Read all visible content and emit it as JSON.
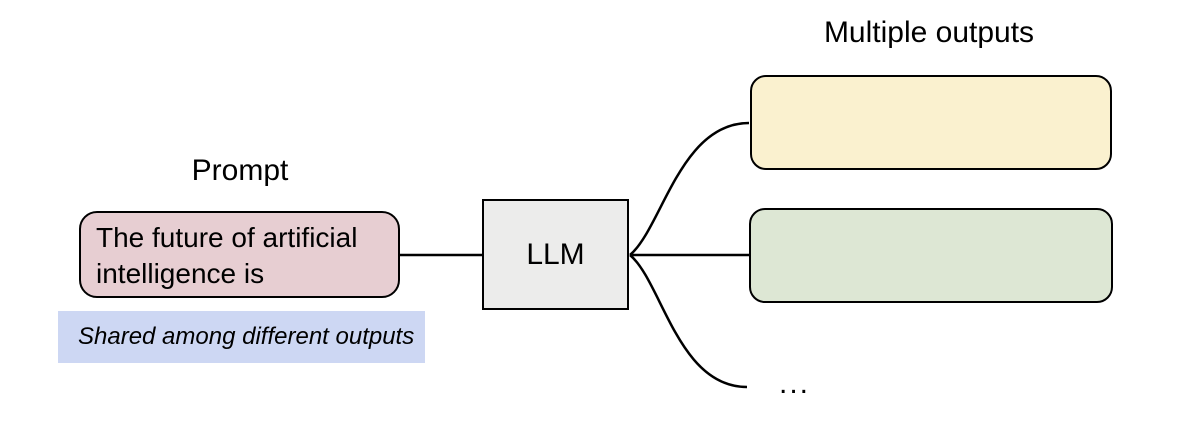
{
  "diagram": {
    "stroke_color": "#000000",
    "prompt": {
      "label": "Prompt",
      "box_text": "The future of artificial intelligence is",
      "box_fill": "#e7ced2"
    },
    "shared_note": {
      "text": "Shared among different outputs",
      "fill": "#cdd7f3"
    },
    "llm": {
      "label": "LLM",
      "fill": "#ececeb"
    },
    "outputs": {
      "label": "Multiple outputs",
      "boxes": [
        {
          "name": "output-box-1",
          "fill": "#faf1cf"
        },
        {
          "name": "output-box-2",
          "fill": "#dde7d4"
        }
      ],
      "ellipsis": "..."
    }
  }
}
